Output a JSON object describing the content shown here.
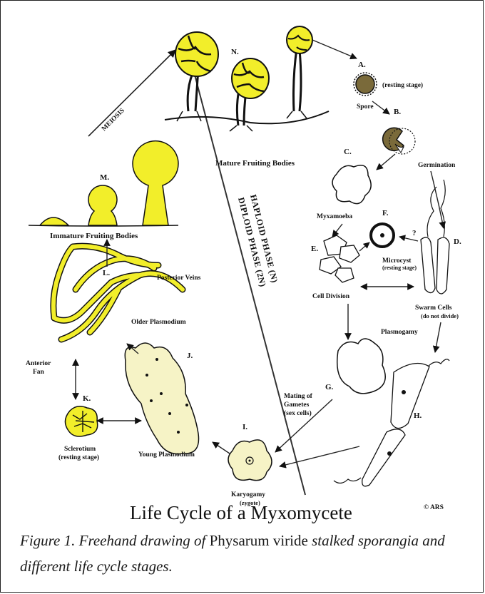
{
  "figure": {
    "title": "Life Cycle of a Myxomycete",
    "credit": "© ARS",
    "phase_haploid": "HAPLOID PHASE (N)",
    "phase_diploid": "DIPLOID PHASE (2N)",
    "meiosis": "MEIOSIS",
    "letters": {
      "A": "A.",
      "B": "B.",
      "C": "C.",
      "D": "D.",
      "E": "E.",
      "F": "F.",
      "G": "G.",
      "H": "H.",
      "I": "I.",
      "J": "J.",
      "K": "K.",
      "L": "L.",
      "M": "M.",
      "N": "N."
    },
    "labels": {
      "resting": "(resting stage)",
      "spore": "Spore",
      "germination": "Germination",
      "myxamoeba": "Myxamoeba",
      "microcyst": "Microcyst",
      "microcyst_sub": "(resting stage)",
      "question": "?",
      "cell_division": "Cell Division",
      "swarm": "Swarm Cells",
      "swarm_sub": "(do not divide)",
      "plasmogamy": "Plasmogamy",
      "mating1": "Mating of",
      "mating2": "Gametes",
      "mating3": "(sex cells)",
      "karyogamy": "Karyogamy",
      "karyogamy_sub": "(zygote)",
      "young_plasmodium": "Young Plasmodium",
      "sclerotium": "Sclerotium",
      "sclerotium_sub": "(resting stage)",
      "anterior1": "Anterior",
      "anterior2": "Fan",
      "older_plasmodium": "Older Plasmodium",
      "posterior_veins": "Posterior Veins",
      "immature": "Immature Fruiting Bodies",
      "mature": "Mature Fruiting Bodies"
    }
  },
  "caption": {
    "prefix": "Figure 1. Freehand drawing of ",
    "species": "Physarum viride",
    "suffix": " stalked sporangia and different life cycle stages."
  },
  "colors": {
    "yellow": "#f2ee2a",
    "pale_yellow": "#f6f3c6",
    "ink": "#111111"
  }
}
